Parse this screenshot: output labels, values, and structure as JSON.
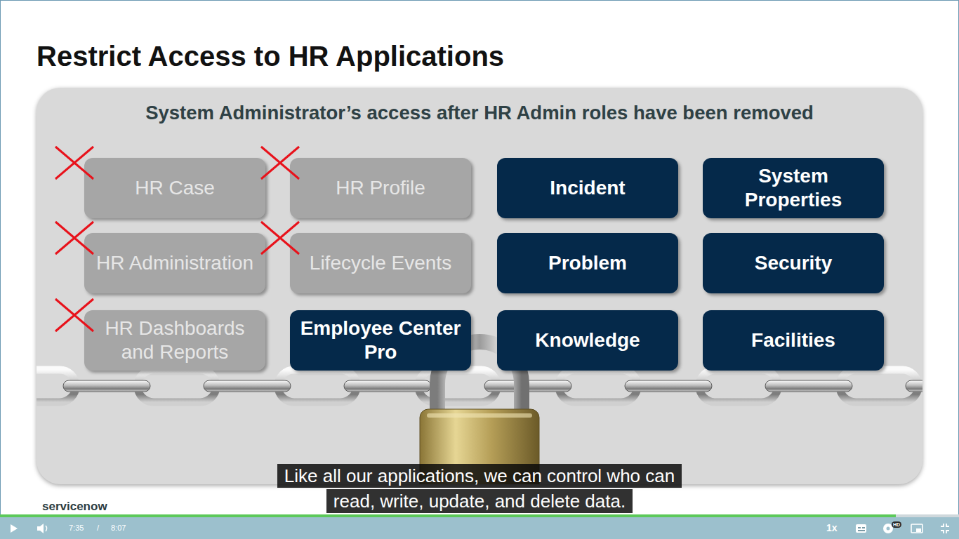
{
  "diagram": {
    "title": "Restrict Access to HR Applications",
    "caption": "Like all our applications, we can control who can read, write, update, and delete data.",
    "nodes": [
      {
        "text": [
          "System Administrator’s access after HR Admin roles have been removed"
        ]
      },
      {
        "text": [
          "HR Case"
        ],
        "in": 0
      },
      {
        "text": [
          "HR Profile"
        ],
        "in": 0
      },
      {
        "text": [
          "Incident"
        ],
        "in": 0
      },
      {
        "text": [
          "System Properties"
        ],
        "in": 0
      },
      {
        "text": [
          "HR Administration"
        ],
        "in": 0
      },
      {
        "text": [
          "Lifecycle Events"
        ],
        "in": 0
      },
      {
        "text": [
          "Problem"
        ],
        "in": 0
      },
      {
        "text": [
          "Security"
        ],
        "in": 0
      },
      {
        "text": [
          "HR Dashboards and Reports"
        ],
        "in": 0
      },
      {
        "text": [
          "Employee Center Pro"
        ],
        "in": 0
      },
      {
        "text": [
          "Knowledge"
        ],
        "in": 0
      },
      {
        "text": [
          "Facilities"
        ],
        "in": 0
      }
    ],
    "labels": [
      "servicenow",
      "7:35",
      "/",
      "8:07",
      "1x",
      "HD"
    ]
  }
}
